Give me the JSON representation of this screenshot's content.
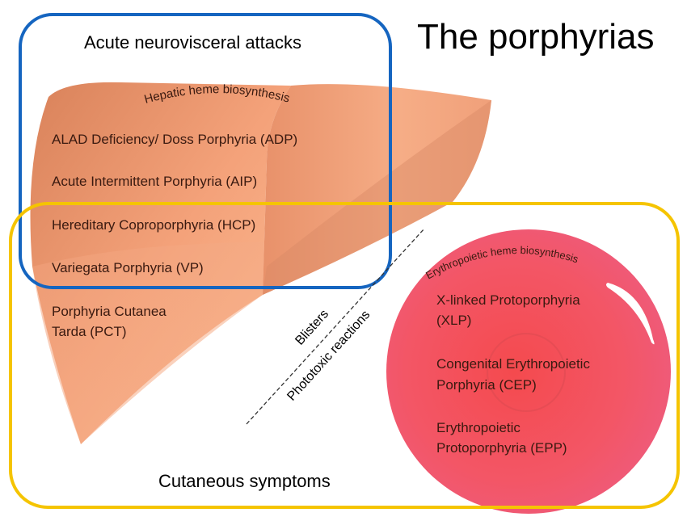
{
  "title": "The porphyrias",
  "regions": {
    "acute": {
      "label": "Acute neurovisceral attacks",
      "color": "#1565c0"
    },
    "cutaneous": {
      "label": "Cutaneous symptoms",
      "color": "#f5c400"
    }
  },
  "liver": {
    "label": "Hepatic heme biosynthesis",
    "diseases": [
      "ALAD Deficiency/ Doss Porphyria (ADP)",
      "Acute Intermittent Porphyria (AIP)",
      "Hereditary Coproporphyria (HCP)",
      "Variegata Porphyria (VP)"
    ],
    "pct": [
      "Porphyria Cutanea",
      "Tarda (PCT)"
    ]
  },
  "divider": {
    "upper_label": "Blisters",
    "lower_label": "Phototoxic reactions"
  },
  "erythrocyte": {
    "label": "Erythropoietic heme biosynthesis",
    "diseases": [
      [
        "X-linked Protoporphyria",
        "(XLP)"
      ],
      [
        "Congenital Erythropoietic",
        "Porphyria (CEP)"
      ],
      [
        "Erythropoietic",
        "Protoporphyria (EPP)"
      ]
    ]
  }
}
